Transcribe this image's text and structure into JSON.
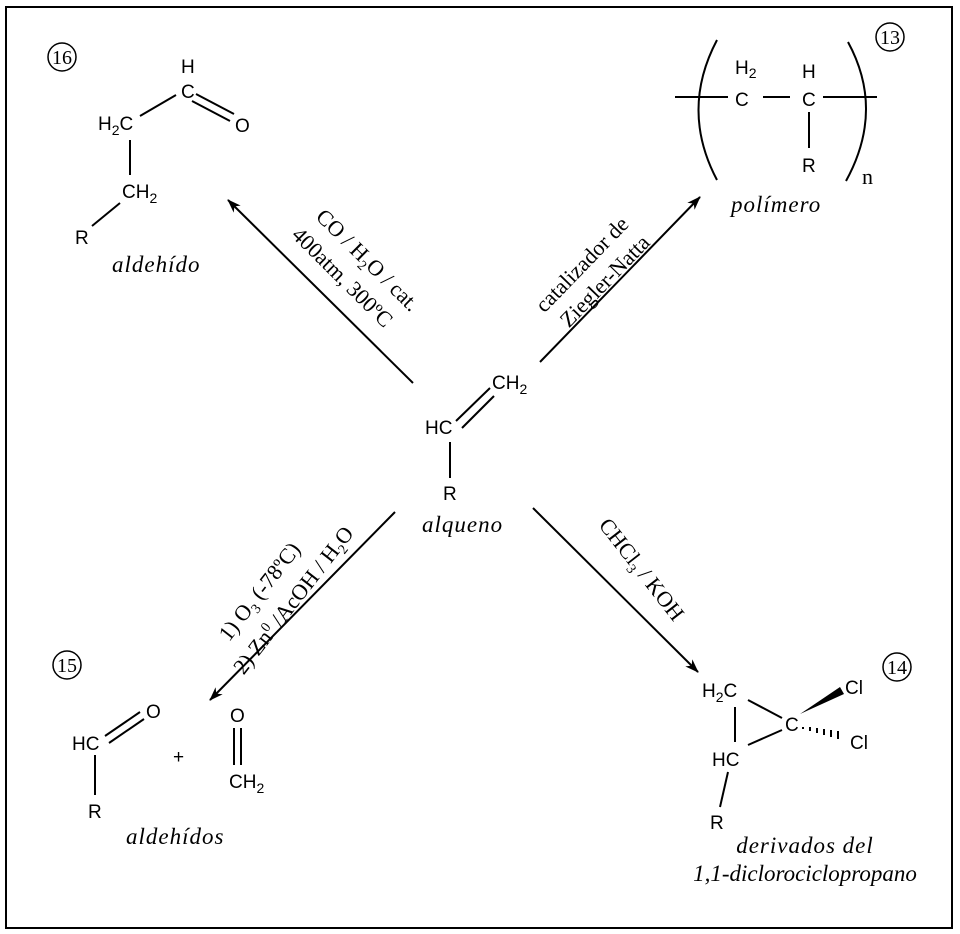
{
  "center": {
    "hc": "HC",
    "ch": "CH",
    "sub2": "2",
    "r": "R",
    "name": "alqueno"
  },
  "p16": {
    "number": "16",
    "h": "H",
    "c": "C",
    "o": "O",
    "h2c_h": "H",
    "h2c_c": "C",
    "ch2_c": "CH",
    "sub2": "2",
    "r": "R",
    "name": "aldehído",
    "reagent_line1": {
      "a": "CO / H",
      "sub": "2",
      "b": "O / cat."
    },
    "reagent_line2": "400atm, 300ºC"
  },
  "p13": {
    "number": "13",
    "h2": "H",
    "sub2": "2",
    "c": "C",
    "h": "H",
    "r": "R",
    "n": "n",
    "name": "polímero",
    "reagent_line1": "catalizador de",
    "reagent_line2": "Ziegler-Natta"
  },
  "p15": {
    "number": "15",
    "hc": "HC",
    "o": "O",
    "r": "R",
    "plus": "+",
    "o2": "O",
    "ch": "CH",
    "sub2": "2",
    "name": "aldehídos",
    "reagent_line1": {
      "a": "1) O",
      "sub": "3",
      "b": " (-78ºC)"
    },
    "reagent_line2": {
      "a": "2) Zn",
      "sup": "0",
      "b": " /AcOH / H",
      "sub": "2",
      "c": "O"
    }
  },
  "p14": {
    "number": "14",
    "h2c_h": "H",
    "sub2": "2",
    "h2c_c": "C",
    "c": "C",
    "cl1": "Cl",
    "cl2": "Cl",
    "hc": "HC",
    "r": "R",
    "name_line1": "derivados del",
    "name_line2": "1,1-diclorociclopropano",
    "reagent": {
      "a": "CHCl",
      "sub": "3",
      "b": " / KOH"
    }
  }
}
